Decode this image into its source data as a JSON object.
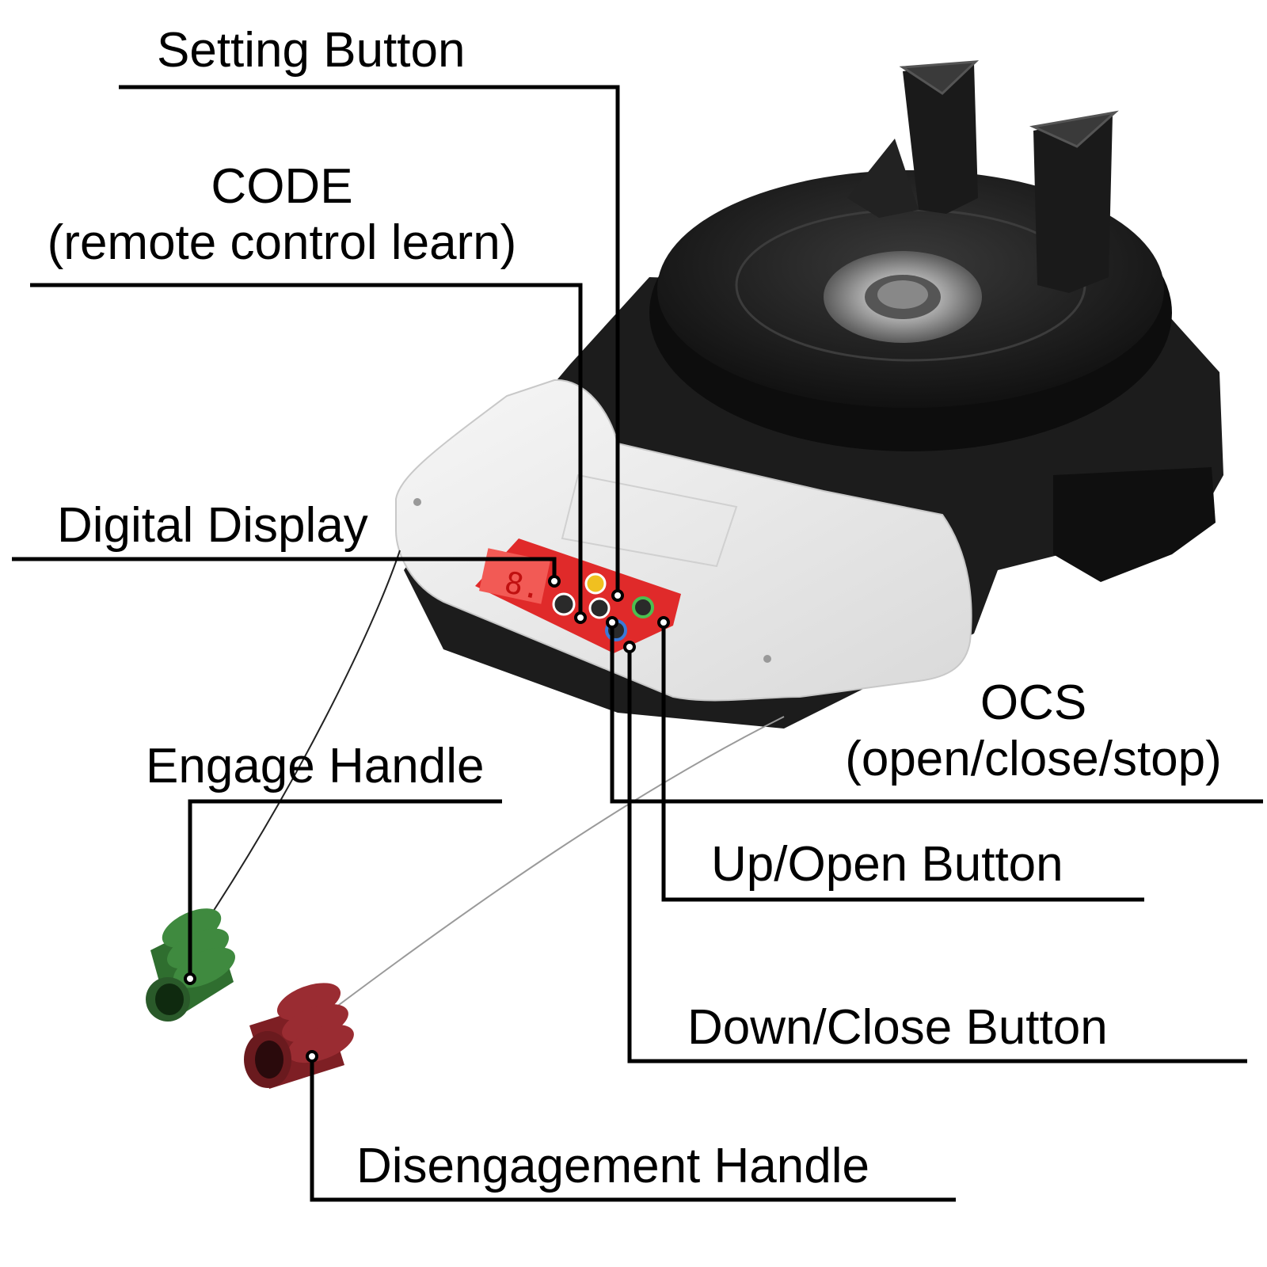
{
  "labels": {
    "setting_button": "Setting Button",
    "code_title": "CODE",
    "code_subtitle": "(remote control learn)",
    "digital_display": "Digital Display",
    "ocs_title": "OCS",
    "ocs_subtitle": "(open/close/stop)",
    "engage_handle": "Engage Handle",
    "up_open_button": "Up/Open Button",
    "down_close_button": "Down/Close Button",
    "disengagement_handle": "Disengagement Handle"
  },
  "colors": {
    "leader_line": "#000000",
    "housing_black": "#1c1c1c",
    "housing_white": "#ececec",
    "control_panel": "#e02a2a",
    "engage_handle": "#2f6e2f",
    "disengagement_handle": "#7e1f24"
  },
  "icons": [
    "digital-display-icon",
    "setting-button-icon",
    "code-button-icon",
    "ocs-button-icon",
    "up-button-icon",
    "down-button-icon",
    "engage-handle-icon",
    "disengagement-handle-icon"
  ]
}
